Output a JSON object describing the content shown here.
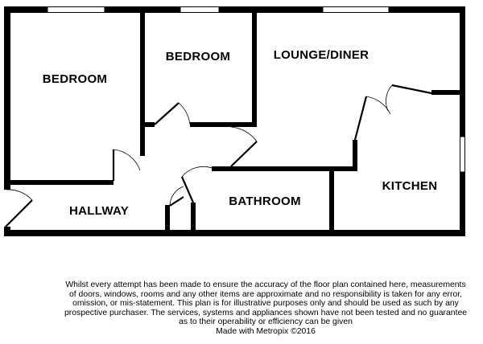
{
  "rooms": {
    "bedroom_1": "BEDROOM",
    "bedroom_2": "BEDROOM",
    "lounge": "LOUNGE/DINER",
    "kitchen": "KITCHEN",
    "hallway": "HALLWAY",
    "bathroom": "BATHROOM"
  },
  "disclaimer": {
    "lines": [
      "Whilst every attempt has been made to ensure the accuracy of the floor plan contained here, measurements",
      "of doors, windows, rooms and any other items are approximate and no responsibility is taken for any error,",
      "omission, or mis-statement. This plan is for illustrative purposes only and should be used as such by any",
      "prospective purchaser. The services, systems and appliances shown have not been tested and no guarantee",
      "as to their operability or efficiency can be given"
    ],
    "credit": "Made with Metropix ©2016"
  },
  "colors": {
    "wall": "#000000",
    "window_fill": "#ffffff",
    "background": "#ffffff"
  }
}
